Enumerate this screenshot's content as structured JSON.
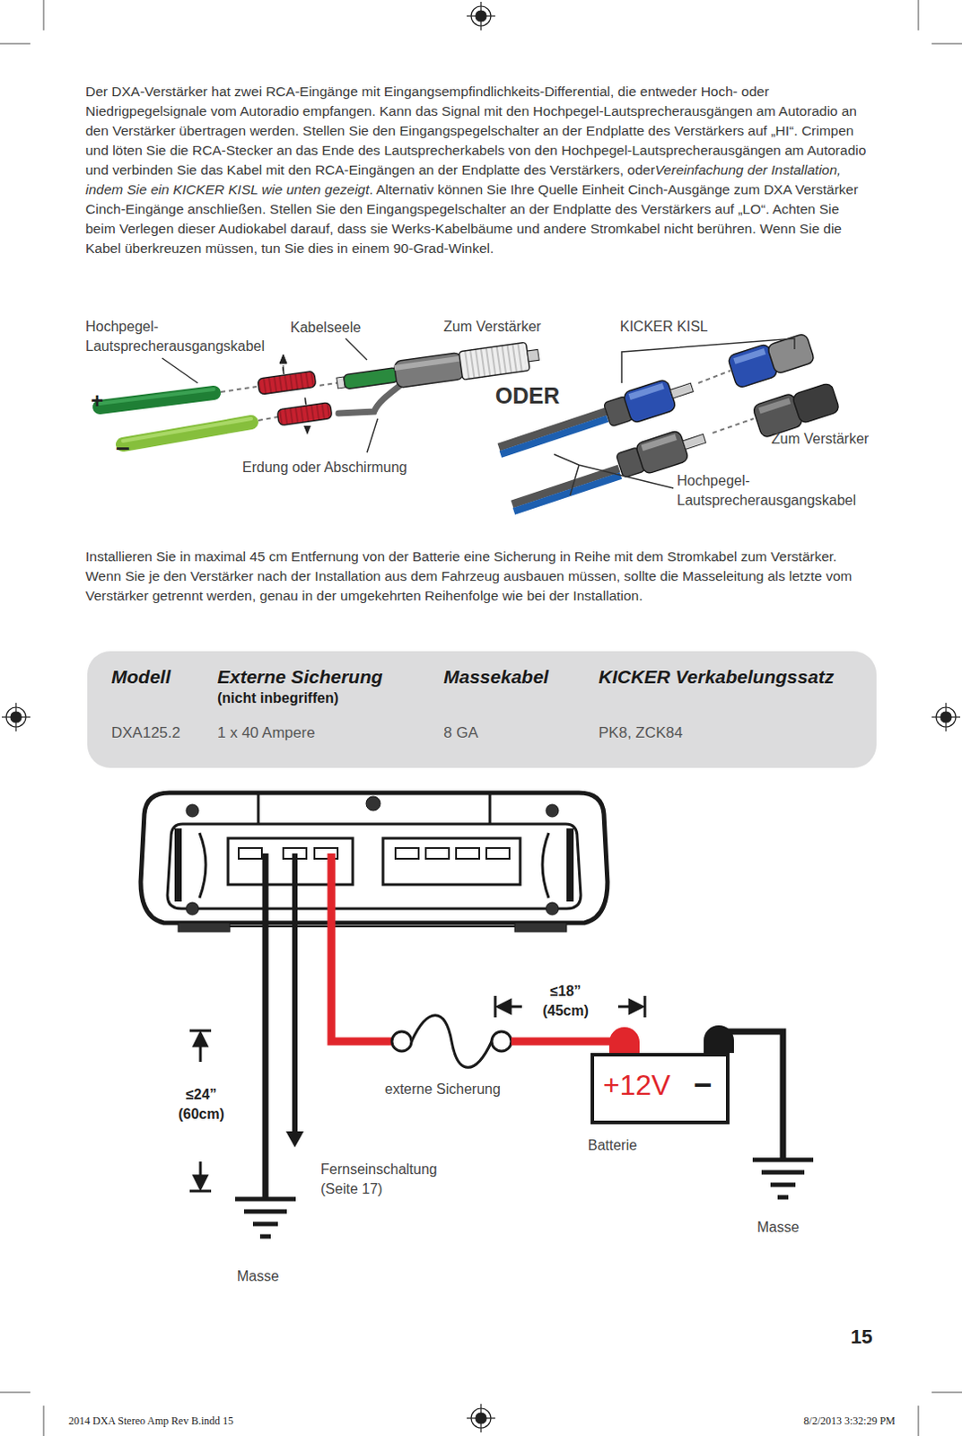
{
  "diagram": {
    "nodes": [
      {
        "text": [
          "Modell",
          "Externe Sicherung",
          "(nicht inbegriffen)",
          "Massekabel",
          "KICKER Verkabelungssatz",
          "DXA125.2",
          "1 x 40 Ampere",
          "8 GA",
          "PK8, ZCK84"
        ]
      },
      {
        "text": [
          "+12V",
          "–"
        ]
      }
    ],
    "labels": [
      "Der DXA-Verstärker hat zwei RCA-Eingänge mit Eingangsempfindlichkeits-Differential, die entweder Hoch- oder Niedrigpegelsignale vom Autoradio empfangen. Kann das Signal mit den Hochpegel-Lautsprecherausgängen am Autoradio an den Verstärker übertragen werden. Stellen Sie den Eingangspegelschalter an der Endplatte des Verstärkers auf „HI“. Crimpen und löten Sie die RCA-Stecker an das Ende des Lautsprecherkabels von den Hochpegel-Lautsprecherausgängen am Autoradio und verbinden Sie das Kabel mit den RCA-Eingängen an der Endplatte des Verstärkers, oder",
      "Vereinfachung der Installation, indem Sie ein KICKER KISL wie unten gezeigt",
      ". Alternativ können Sie Ihre Quelle Einheit Cinch-Ausgänge zum DXA Verstärker Cinch-Eingänge anschließen. Stellen Sie den Eingangspegelschalter an der Endplatte des Verstärkers auf „LO“. Achten Sie beim Verlegen dieser Audiokabel darauf, dass sie Werks-Kabelbäume und andere Stromkabel nicht berühren. Wenn Sie die Kabel überkreuzen müssen, tun Sie dies in einem 90-Grad-Winkel.",
      "Hochpegel- Lautsprecherausgangskabel",
      "Kabelseele",
      "Zum Verstärker",
      "KICKER KISL",
      "+",
      "ODER",
      "–",
      "Zum Verstärker",
      "Erdung oder Abschirmung",
      "Hochpegel- Lautsprecherausgangskabel",
      "Installieren Sie in maximal 45 cm Entfernung von der Batterie eine Sicherung in Reihe mit dem Stromkabel zum Verstärker. Wenn Sie je den Verstärker nach der Installation aus dem Fahrzeug ausbauen müssen, sollte die Masseleitung als letzte vom Verstärker getrennt werden, genau in der umgekehrten Reihenfolge wie bei der Installation.",
      "≤18” (45cm)",
      "≤24” (60cm)",
      "externe Sicherung",
      "Batterie",
      "Fernseinschaltung (Seite 17)",
      "Masse",
      "Masse",
      "15",
      "2014 DXA Stereo Amp Rev B.indd 15",
      "8/2/2013 3:32:29 PM"
    ]
  }
}
